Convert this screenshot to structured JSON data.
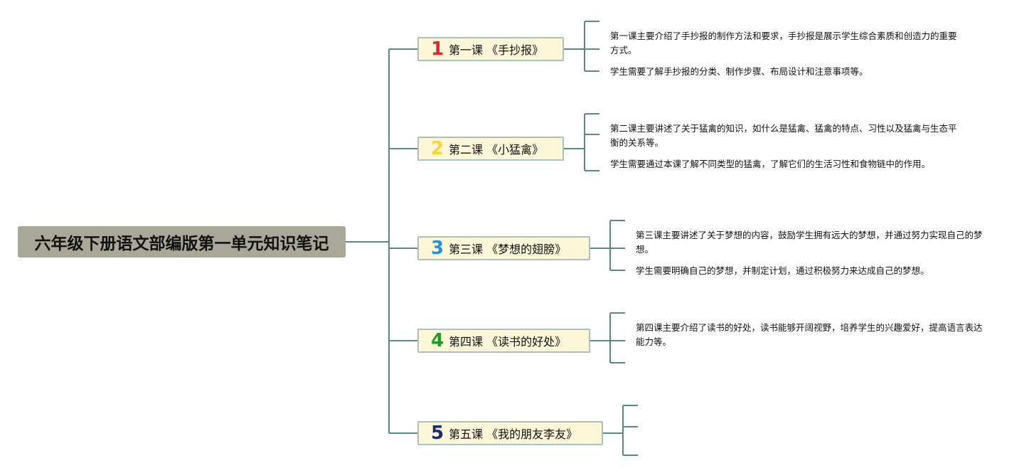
{
  "root": {
    "title": "六年级下册语文部编版第一单元知识笔记"
  },
  "colors": {
    "line": "#5a8a7e",
    "root_bg": "#a9a898",
    "lesson_bg": "#fdf6d8",
    "lesson_border": "#a9c2b3"
  },
  "lessons": [
    {
      "number": "1",
      "number_color": "#e0282e",
      "title": "第一课 《手抄报》",
      "notes": [
        "第一课主要介绍了手抄报的制作方法和要求，手抄报是展示学生综合素质和创造力的重要方式。",
        "学生需要了解手抄报的分类、制作步骤、布局设计和注意事项等。"
      ]
    },
    {
      "number": "2",
      "number_color": "#f2d33c",
      "title": "第二课 《小猛禽》",
      "notes": [
        "第二课主要讲述了关于猛禽的知识，如什么是猛禽、猛禽的特点、习性以及猛禽与生态平衡的关系等。",
        "学生需要通过本课了解不同类型的猛禽，了解它们的生活习性和食物链中的作用。"
      ]
    },
    {
      "number": "3",
      "number_color": "#2b8fd6",
      "title": "第三课 《梦想的翅膀》",
      "notes": [
        "第三课主要讲述了关于梦想的内容，鼓励学生拥有远大的梦想，并通过努力实现自己的梦想。",
        "学生需要明确自己的梦想，并制定计划，通过积极努力来达成自己的梦想。"
      ]
    },
    {
      "number": "4",
      "number_color": "#1f9a2a",
      "title": "第四课 《读书的好处》",
      "notes": [
        "第四课主要介绍了读书的好处，读书能够开阔视野，培养学生的兴趣爱好，提高语言表达能力等。"
      ]
    },
    {
      "number": "5",
      "number_color": "#1c2a6b",
      "title": "第五课 《我的朋友李友》",
      "notes": []
    }
  ]
}
